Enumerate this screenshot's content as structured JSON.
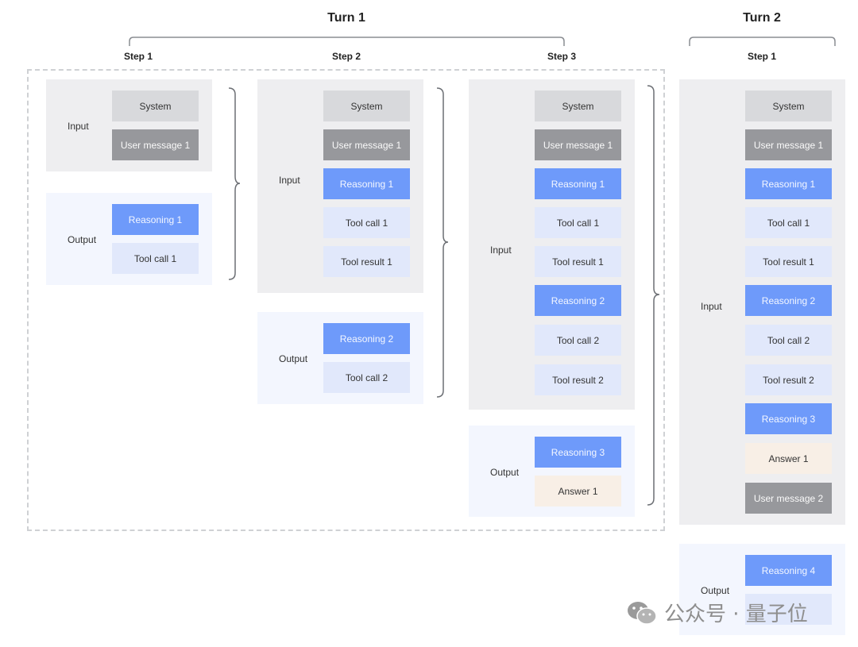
{
  "turns": [
    {
      "label": "Turn 1"
    },
    {
      "label": "Turn 2"
    }
  ],
  "steps": {
    "t1s1": "Step 1",
    "t1s2": "Step 2",
    "t1s3": "Step 3",
    "t2s1": "Step 1"
  },
  "labels": {
    "input": "Input",
    "output": "Output"
  },
  "boxes": {
    "system": "System",
    "user1": "User message 1",
    "user2": "User message 2",
    "reasoning1": "Reasoning 1",
    "reasoning2": "Reasoning 2",
    "reasoning3": "Reasoning 3",
    "reasoning4": "Reasoning 4",
    "toolcall1": "Tool call 1",
    "toolcall2": "Tool call 2",
    "toolresult1": "Tool result 1",
    "toolresult2": "Tool result 2",
    "answer1": "Answer 1"
  },
  "watermark": {
    "text": "公众号 · 量子位",
    "icon": "wechat-icon"
  },
  "colors": {
    "system": "#d8d9dc",
    "user": "#97989c",
    "reasoning": "#6e9afa",
    "tool": "#e1e8fb",
    "answer": "#f8efe6",
    "input_panel": "#eeeef0",
    "output_panel": "#f3f6fe"
  }
}
